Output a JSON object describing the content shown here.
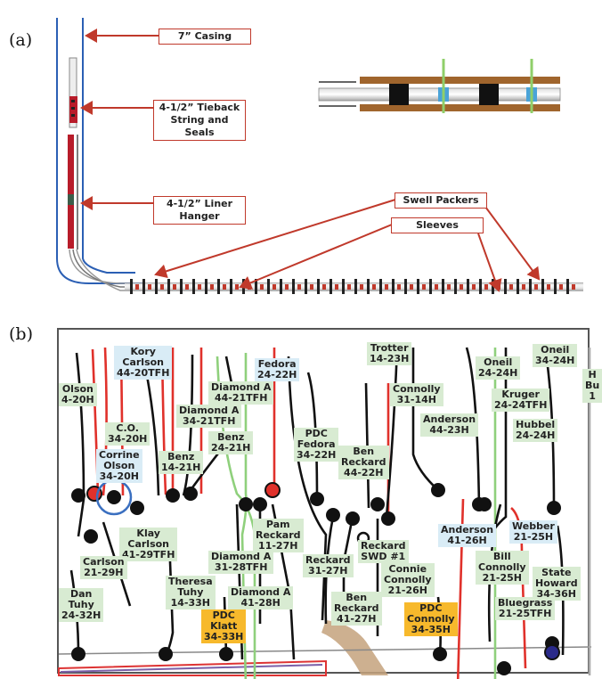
{
  "panels": {
    "a": {
      "label": "(a)"
    },
    "b": {
      "label": "(b)"
    }
  },
  "callouts": {
    "casing": "7” Casing",
    "tieback_line1": "4-1/2” Tieback",
    "tieback_line2": "String and Seals",
    "liner_line1": "4-1/2” Liner",
    "liner_line2": "Hanger",
    "swell_packers": "Swell Packers",
    "sleeves": "Sleeves"
  },
  "colors": {
    "casing_blue": "#2b5fb4",
    "callout_red": "#c0392b",
    "tool_red": "#b81c2a",
    "swell_green": "#8fcf6a",
    "label_green": "#d8ebd2",
    "label_blue": "#d9ecf6",
    "label_orange": "#f7b92c",
    "well_red": "#e0312b",
    "well_green": "#8fd07c",
    "formation_brown": "#a0652d"
  },
  "wells": [
    {
      "id": "olson-4-20h",
      "l1": "Olson",
      "l2": "4-20H",
      "style": "green"
    },
    {
      "id": "kory-carlson",
      "l1": "Kory",
      "l2": "Carlson",
      "l3": "44-20TFH",
      "style": "blue"
    },
    {
      "id": "co-34-20h",
      "l1": "C.O.",
      "l2": "34-20H",
      "style": "green"
    },
    {
      "id": "corrine-olson",
      "l1": "Corrine",
      "l2": "Olson",
      "l3": "34-20H",
      "style": "blue"
    },
    {
      "id": "benz-14-21h",
      "l1": "Benz",
      "l2": "14-21H",
      "style": "green"
    },
    {
      "id": "fedora-24-22h",
      "l1": "Fedora",
      "l2": "24-22H",
      "style": "blue"
    },
    {
      "id": "diamond-a-44-21tfh",
      "l1": "Diamond A",
      "l2": "44-21TFH",
      "style": "green"
    },
    {
      "id": "diamond-a-34-21tfh",
      "l1": "Diamond A",
      "l2": "34-21TFH",
      "style": "green"
    },
    {
      "id": "benz-24-21h",
      "l1": "Benz",
      "l2": "24-21H",
      "style": "green"
    },
    {
      "id": "pdc-fedora",
      "l1": "PDC",
      "l2": "Fedora",
      "l3": "34-22H",
      "style": "green"
    },
    {
      "id": "ben-reckard-44-22h",
      "l1": "Ben",
      "l2": "Reckard",
      "l3": "44-22H",
      "style": "green"
    },
    {
      "id": "trotter",
      "l1": "Trotter",
      "l2": "14-23H",
      "style": "green"
    },
    {
      "id": "connolly-31-14h",
      "l1": "Connolly",
      "l2": "31-14H",
      "style": "green"
    },
    {
      "id": "anderson-44-23h",
      "l1": "Anderson",
      "l2": "44-23H",
      "style": "green"
    },
    {
      "id": "oneil-24-24h",
      "l1": "Oneil",
      "l2": "24-24H",
      "style": "green"
    },
    {
      "id": "kruger",
      "l1": "Kruger",
      "l2": "24-24TFH",
      "style": "green"
    },
    {
      "id": "hubbel",
      "l1": "Hubbel",
      "l2": "24-24H",
      "style": "green"
    },
    {
      "id": "oneil-34-24h",
      "l1": "Oneil",
      "l2": "34-24H",
      "style": "green"
    },
    {
      "id": "hbu-partial",
      "l1": "H",
      "l2": "Bu",
      "l3": "1",
      "style": "green"
    },
    {
      "id": "klay-carlson",
      "l1": "Klay",
      "l2": "Carlson",
      "l3": "41-29TFH",
      "style": "green"
    },
    {
      "id": "carlson-21-29h",
      "l1": "Carlson",
      "l2": "21-29H",
      "style": "green"
    },
    {
      "id": "dan-tuhy",
      "l1": "Dan",
      "l2": "Tuhy",
      "l3": "24-32H",
      "style": "green"
    },
    {
      "id": "theresa-tuhy",
      "l1": "Theresa",
      "l2": "Tuhy",
      "l3": "14-33H",
      "style": "green"
    },
    {
      "id": "pdc-klatt",
      "l1": "PDC",
      "l2": "Klatt",
      "l3": "34-33H",
      "style": "orange"
    },
    {
      "id": "diamond-a-31-28tfh",
      "l1": "Diamond A",
      "l2": "31-28TFH",
      "style": "green"
    },
    {
      "id": "diamond-a-41-28h",
      "l1": "Diamond A",
      "l2": "41-28H",
      "style": "green"
    },
    {
      "id": "pam-reckard",
      "l1": "Pam",
      "l2": "Reckard",
      "l3": "11-27H",
      "style": "green"
    },
    {
      "id": "reckard-31-27h",
      "l1": "Reckard",
      "l2": "31-27H",
      "style": "green"
    },
    {
      "id": "ben-reckard-41-27h",
      "l1": "Ben",
      "l2": "Reckard",
      "l3": "41-27H",
      "style": "green"
    },
    {
      "id": "reckard-swd",
      "l1": "Reckard",
      "l2": "SWD #1",
      "style": "green"
    },
    {
      "id": "connie-connolly",
      "l1": "Connie",
      "l2": "Connolly",
      "l3": "21-26H",
      "style": "green"
    },
    {
      "id": "pdc-connolly",
      "l1": "PDC",
      "l2": "Connolly",
      "l3": "34-35H",
      "style": "orange"
    },
    {
      "id": "anderson-41-26h",
      "l1": "Anderson",
      "l2": "41-26H",
      "style": "blue"
    },
    {
      "id": "webber",
      "l1": "Webber",
      "l2": "21-25H",
      "style": "blue"
    },
    {
      "id": "bill-connolly",
      "l1": "Bill",
      "l2": "Connolly",
      "l3": "21-25H",
      "style": "green"
    },
    {
      "id": "state-howard",
      "l1": "State",
      "l2": "Howard",
      "l3": "34-36H",
      "style": "green"
    },
    {
      "id": "bluegrass",
      "l1": "Bluegrass",
      "l2": "21-25TFH",
      "style": "green"
    }
  ]
}
